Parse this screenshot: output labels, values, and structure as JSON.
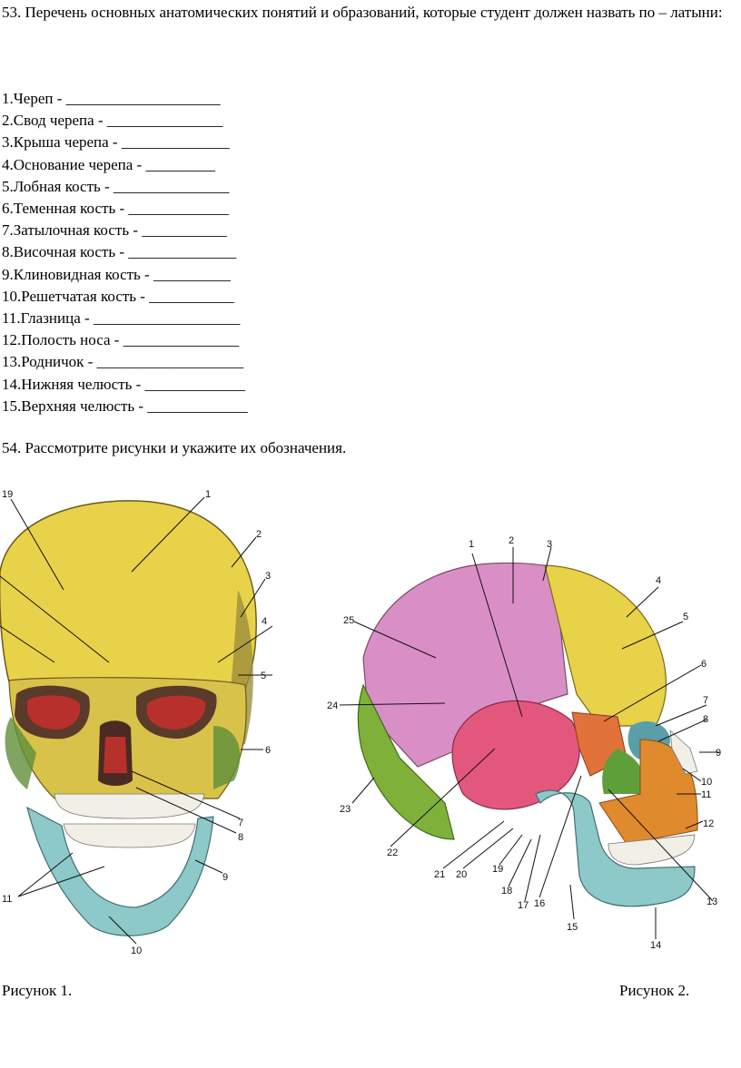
{
  "task53": {
    "heading": "53. Перечень основных анатомических понятий и образований, которые студент должен назвать по – латыни:"
  },
  "terms": [
    "1.Череп - ____________________",
    "2.Свод черепа - _______________",
    "3.Крыша черепа - ______________",
    "4.Основание черепа - _________",
    "5.Лобная кость - _______________",
    "6.Теменная кость - _____________",
    "7.Затылочная кость - ___________",
    "8.Височная кость - ______________",
    "9.Клиновидная кость - __________",
    "10.Решетчатая кость - ___________",
    "11.Глазница - ___________________",
    "12.Полость носа - _______________",
    "13.Родничок - ___________________",
    "14.Нижняя челюсть - _____________",
    "15.Верхняя челюсть - _____________"
  ],
  "task54": {
    "heading": "54. Рассмотрите рисунки и укажите их обозначения."
  },
  "figure1": {
    "caption": "Рисунок 1.",
    "labels": [
      "19",
      "1",
      "2",
      "3",
      "4",
      "5",
      "6",
      "7",
      "8",
      "9",
      "10",
      "11"
    ]
  },
  "figure2": {
    "caption": "Рисунок 2.",
    "labels": [
      "1",
      "2",
      "3",
      "4",
      "5",
      "25",
      "6",
      "7",
      "8",
      "9",
      "24",
      "10",
      "11",
      "23",
      "12",
      "22",
      "13",
      "21",
      "20",
      "19",
      "18",
      "17",
      "16",
      "15",
      "14"
    ]
  },
  "colors": {
    "frontal_yellow": "#e8d24a",
    "parietal_pink": "#d98fc6",
    "occipital_green": "#7fb13a",
    "temporal_pink": "#e4577d",
    "sphenoid_orange": "#e0723a",
    "maxilla_orange": "#e08a2e",
    "mandible_blue": "#8ec9c9",
    "orbit_red": "#b8302c"
  }
}
